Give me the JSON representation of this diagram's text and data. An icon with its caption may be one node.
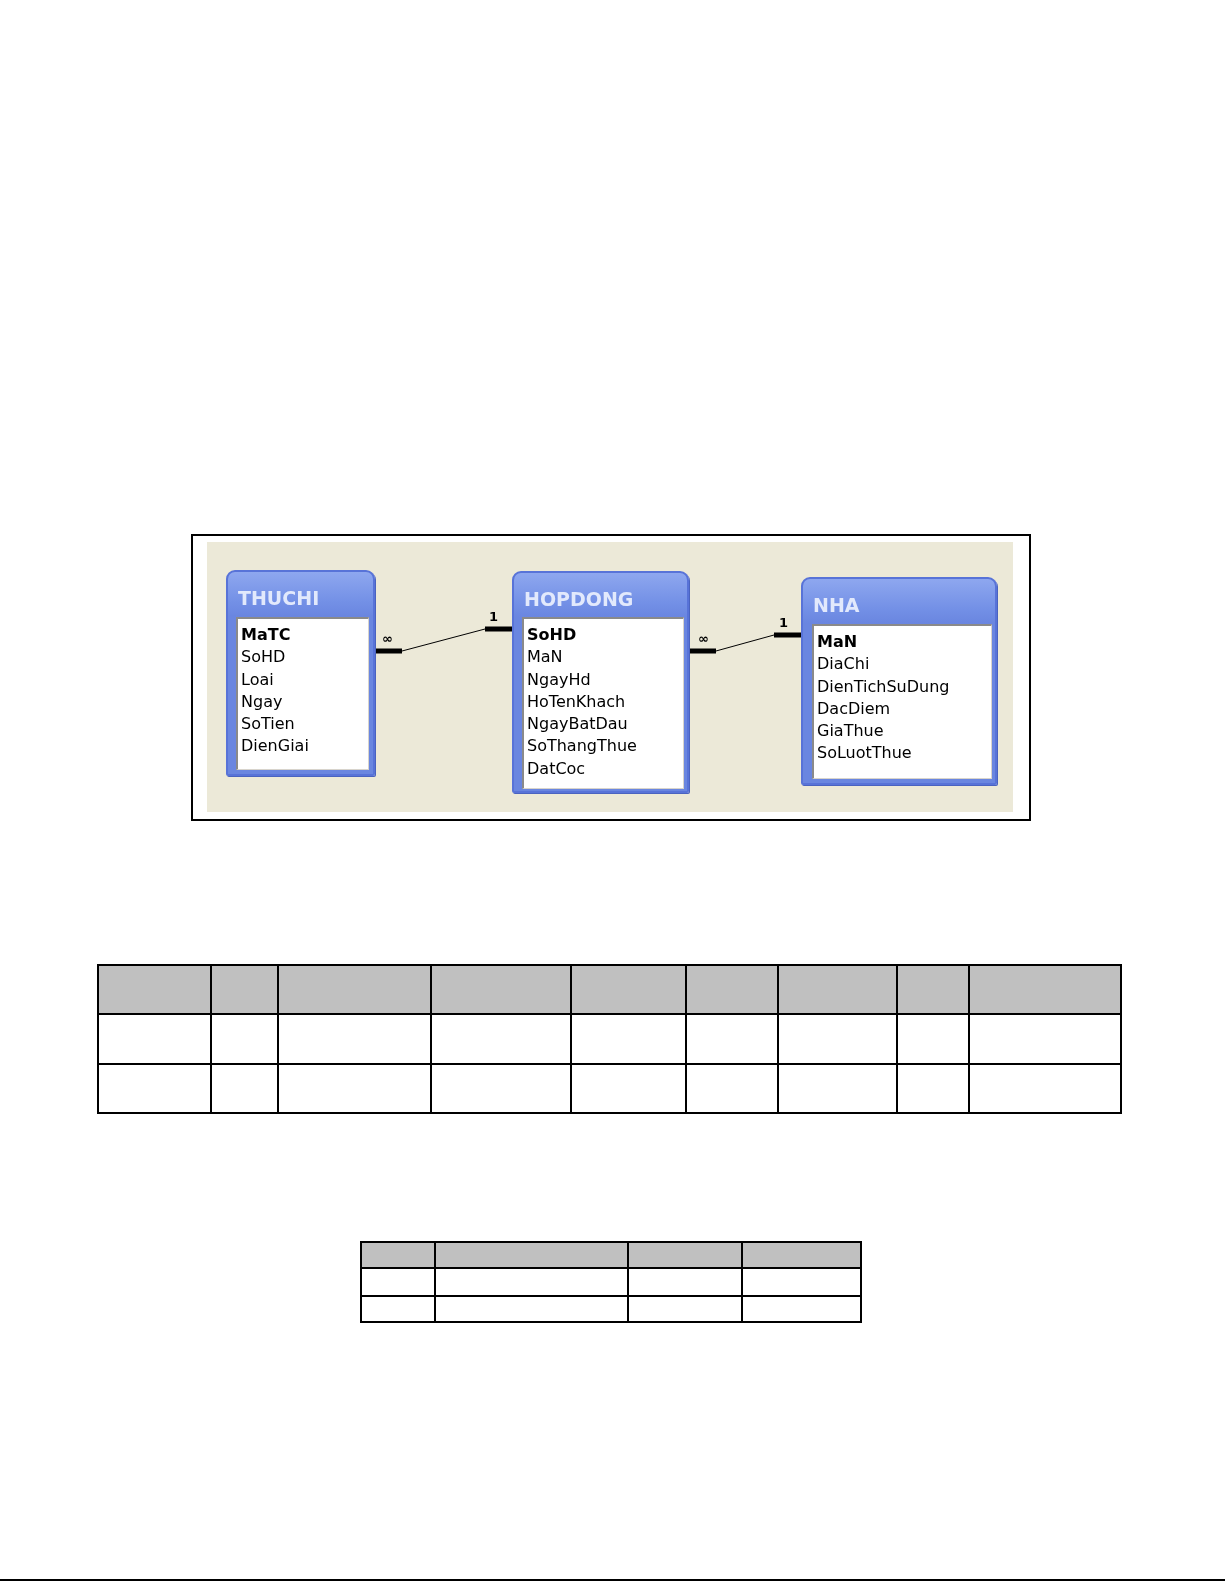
{
  "diagram": {
    "nodes": [
      {
        "text": [
          "THUCHI",
          "MaTC",
          "SoHD",
          "Loai",
          "Ngay",
          "SoTien",
          "DienGiai"
        ]
      },
      {
        "text": [
          "HOPDONG",
          "SoHD",
          "MaN",
          "NgayHd",
          "HoTenKhach",
          "NgayBatDau",
          "SoThangThue",
          "DatCoc"
        ]
      },
      {
        "text": [
          "NHA",
          "MaN",
          "DiaChi",
          "DienTichSuDung",
          "DacDiem",
          "GiaThue",
          "SoLuotThue"
        ]
      }
    ],
    "edges": [
      {
        "from": 0,
        "to": 1,
        "arrow": "other"
      },
      {
        "from": 1,
        "to": 2,
        "arrow": "other"
      }
    ],
    "labels": [
      "∞",
      "1",
      "∞",
      "1"
    ]
  }
}
